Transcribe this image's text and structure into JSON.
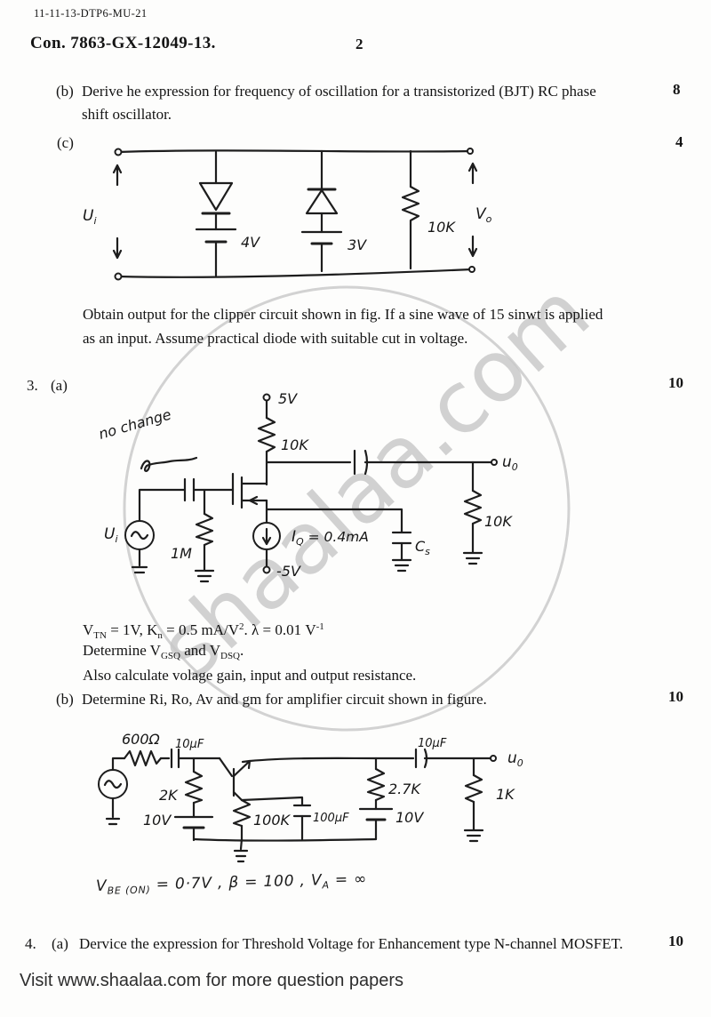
{
  "header": {
    "doc_code": "11-11-13-DTP6-MU-21",
    "exam_code": "Con. 7863-GX-12049-13.",
    "page_number": "2"
  },
  "watermark": {
    "text": "shaalaa.com"
  },
  "footer": {
    "text": "Visit www.shaalaa.com for more question papers"
  },
  "q2b": {
    "label": "(b)",
    "line1": "Derive he expression for frequency of oscillation for a transistorized (BJT) RC phase",
    "line2": "shift oscillator.",
    "marks": "8"
  },
  "q2c": {
    "label": "(c)",
    "marks": "4",
    "desc1": "Obtain output for the clipper circuit shown in fig. If a sine wave of 15 sinwt is applied",
    "desc2": "as an input. Assume practical diode with suitable cut in voltage."
  },
  "q3": {
    "number": "3.",
    "a_label": "(a)",
    "a_marks": "10",
    "given_seg1": "V",
    "given_sub1": "TN",
    "given_seg2": " = 1V, K",
    "given_sub2": "n",
    "given_seg3": " = 0.5 mA/V",
    "given_sup1": "2",
    "given_seg4": ". λ = 0.01 V",
    "given_sup2": "-1",
    "det_seg1": "Determine V",
    "det_sub1": "GSQ",
    "det_seg2": " and V",
    "det_sub2": "DSQ",
    "det_seg3": ".",
    "also_line": "Also calculate volage gain, input and output resistance.",
    "b_label": "(b)",
    "b_text": "Determine Ri, Ro, Av and gm for amplifier circuit shown in figure.",
    "b_marks": "10"
  },
  "q4": {
    "number": "4.",
    "a_label": "(a)",
    "text": "Dervice the expression for Threshold Voltage for Enhancement type N-channel MOSFET.",
    "marks": "10"
  },
  "clipper": {
    "in_prefix": "U",
    "in_sub": "i",
    "bat1": "4V",
    "bat2": "3V",
    "res": "10K",
    "out_prefix": "V",
    "out_sub": "o"
  },
  "mosfet": {
    "note": "no change",
    "vdd": "5V",
    "rd": "10K",
    "out_prefix": "u",
    "out_sub": "0",
    "rl": "10K",
    "in_prefix": "U",
    "in_sub": "i",
    "rg": "1M",
    "iq_prefix": "I",
    "iq_sub": "Q",
    "iq_rest": " = 0.4mA",
    "vss": "-5V",
    "cs_prefix": "C",
    "cs_sub": "s"
  },
  "bjt": {
    "rs": "600Ω",
    "cin": "10μF",
    "r1": "2K",
    "v1": "10V",
    "re": "100K",
    "ce": "100μF",
    "rc": "2.7K",
    "v2": "10V",
    "cout": "10μF",
    "out_prefix": "u",
    "out_sub": "0",
    "rl": "1K",
    "cond_seg1": "V",
    "cond_sub1": "BE (ON)",
    "cond_seg2": " = 0·7V ,  β = 100 ,  V",
    "cond_sub3": "A",
    "cond_seg4": " = ∞"
  }
}
